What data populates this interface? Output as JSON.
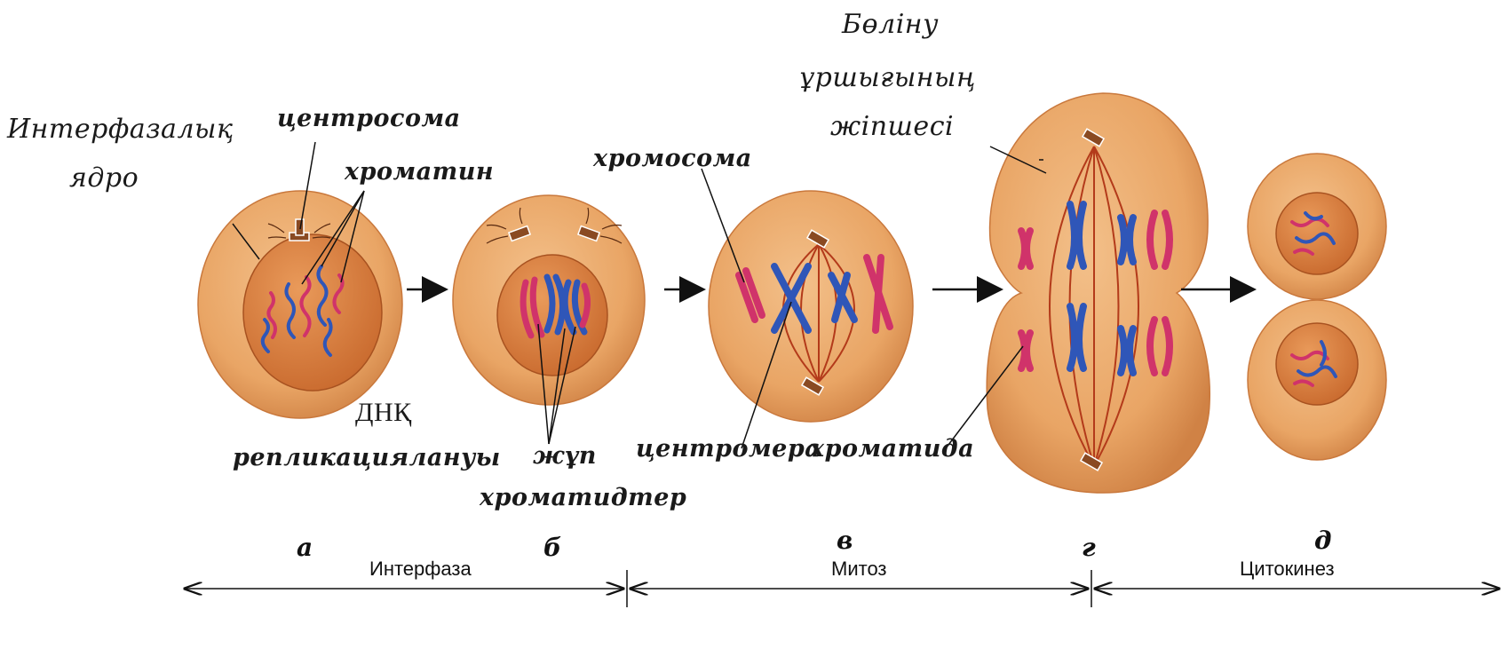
{
  "labels": {
    "interphase_nucleus": [
      "Интерфазалық",
      "ядро"
    ],
    "centrosome": "центросома",
    "chromatin": "хроматин",
    "dna_replication": [
      "ДНҚ",
      "репликациялануы"
    ],
    "paired_chromatids": [
      "жұп",
      "хроматидтер"
    ],
    "chromosome": "хромосома",
    "centromere": "центромера",
    "chromatid": "хроматида",
    "spindle_fiber": [
      "Бөліну",
      "ұршығының",
      "жіпшесі"
    ]
  },
  "stages": [
    "а",
    "б",
    "в",
    "г",
    "д"
  ],
  "phases": [
    "Интерфаза",
    "Митоз",
    "Цитокинез"
  ],
  "colors": {
    "cytoplasm": "#e9a565",
    "nucleus": "#d97f3e",
    "chromosome_blue": "#2f56b8",
    "chromosome_red": "#d0336a",
    "spindle": "#b33a1a",
    "centrosome": "#8a4a22"
  }
}
